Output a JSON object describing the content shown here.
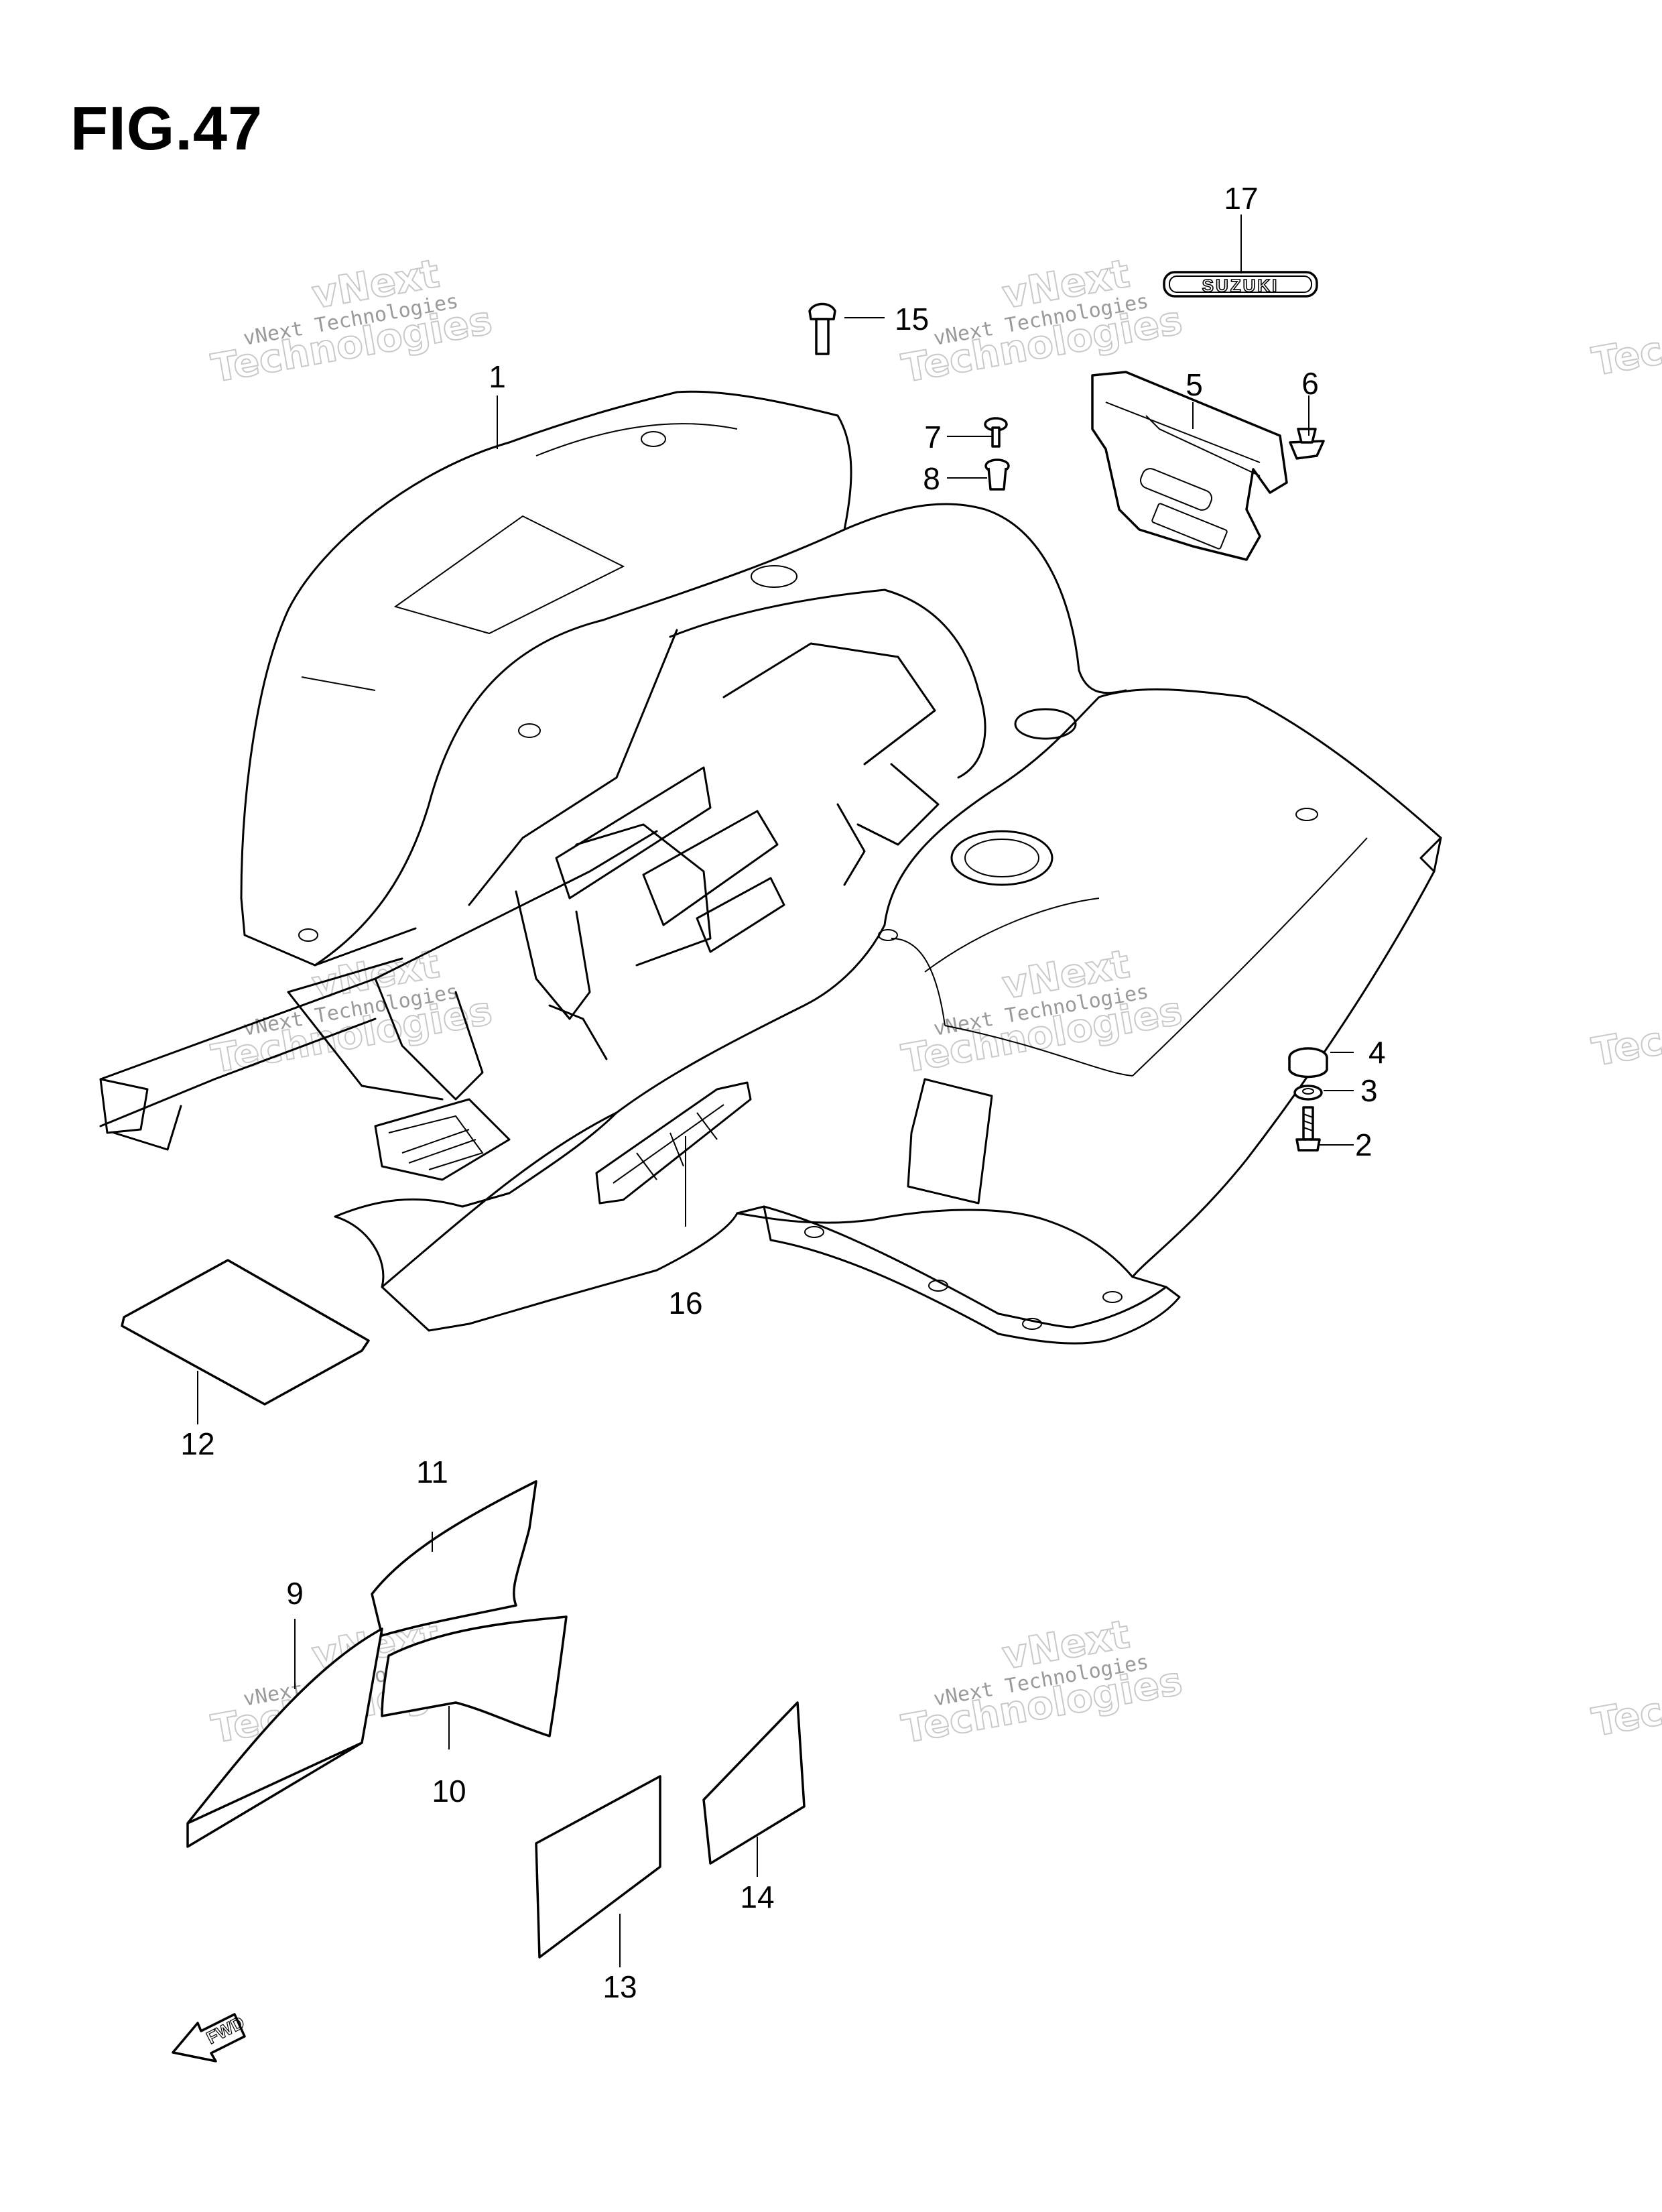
{
  "figure": {
    "title": "FIG.47",
    "emblem_text": "SUZUKI",
    "fwd_label": "FWD"
  },
  "watermark": {
    "line1": "vNext Technologies",
    "line2": "vNext",
    "line3": "Technologies"
  },
  "callouts": [
    "1",
    "2",
    "3",
    "4",
    "5",
    "6",
    "7",
    "8",
    "9",
    "10",
    "11",
    "12",
    "13",
    "14",
    "15",
    "16",
    "17"
  ],
  "colors": {
    "line": "#000000",
    "watermark": "#9a9a9a",
    "background": "#ffffff"
  }
}
